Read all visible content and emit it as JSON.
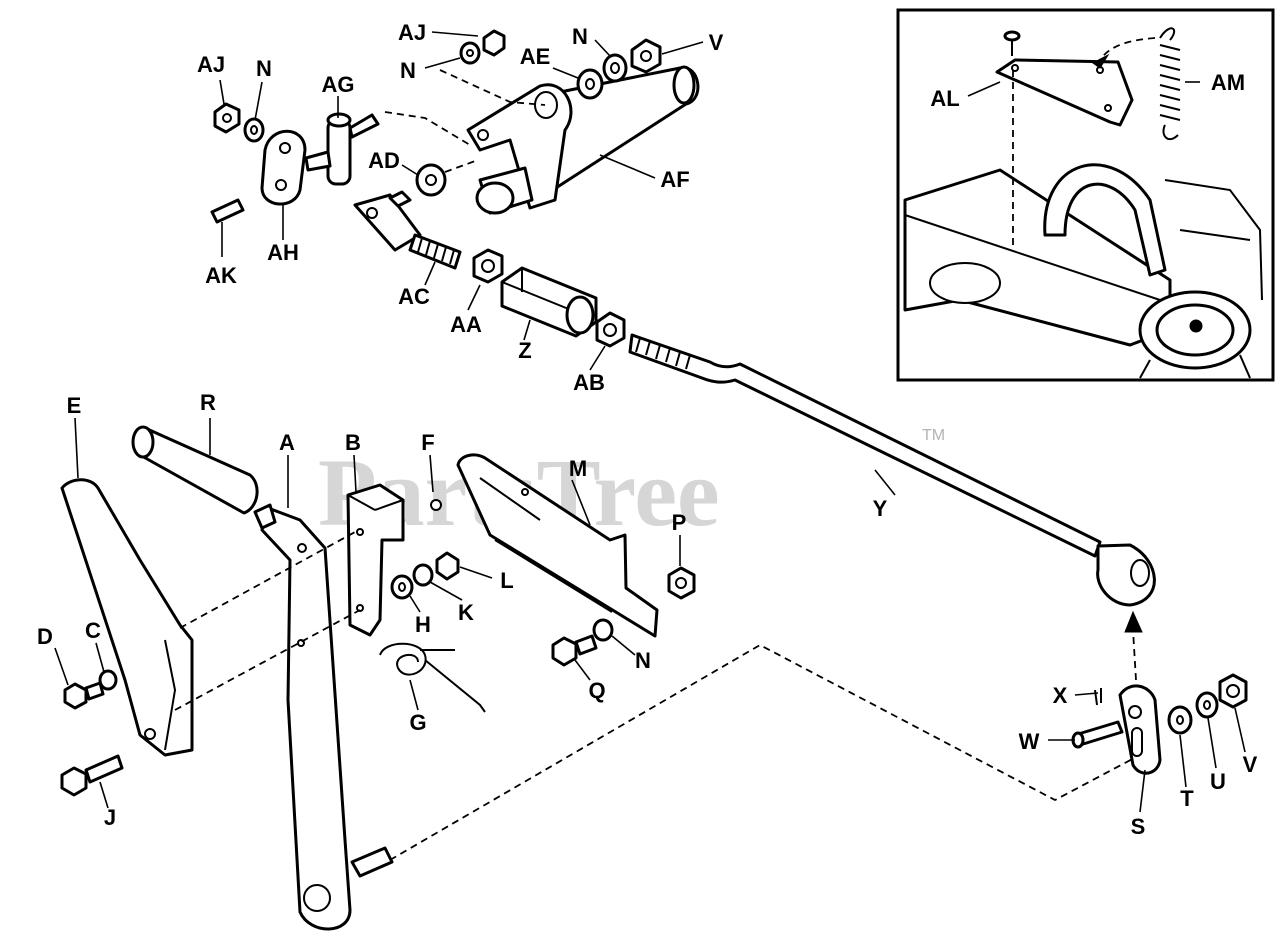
{
  "watermark": {
    "text": "PartsTree",
    "tm": "TM"
  },
  "callouts": {
    "E": "E",
    "R": "R",
    "A": "A",
    "B": "B",
    "F": "F",
    "M": "M",
    "Y": "Y",
    "P": "P",
    "D": "D",
    "C": "C",
    "J": "J",
    "H": "H",
    "K": "K",
    "L": "L",
    "G": "G",
    "Q": "Q",
    "N": "N",
    "X": "X",
    "W": "W",
    "S": "S",
    "T": "T",
    "U": "U",
    "V": "V",
    "Z": "Z",
    "AA": "AA",
    "AB": "AB",
    "AC": "AC",
    "AD": "AD",
    "AE": "AE",
    "AF": "AF",
    "AG": "AG",
    "AH": "AH",
    "AJ": "AJ",
    "AK": "AK",
    "AL": "AL",
    "AM": "AM"
  },
  "colors": {
    "line": "#000000",
    "watermark": "#b4b4b4",
    "background": "#ffffff"
  }
}
